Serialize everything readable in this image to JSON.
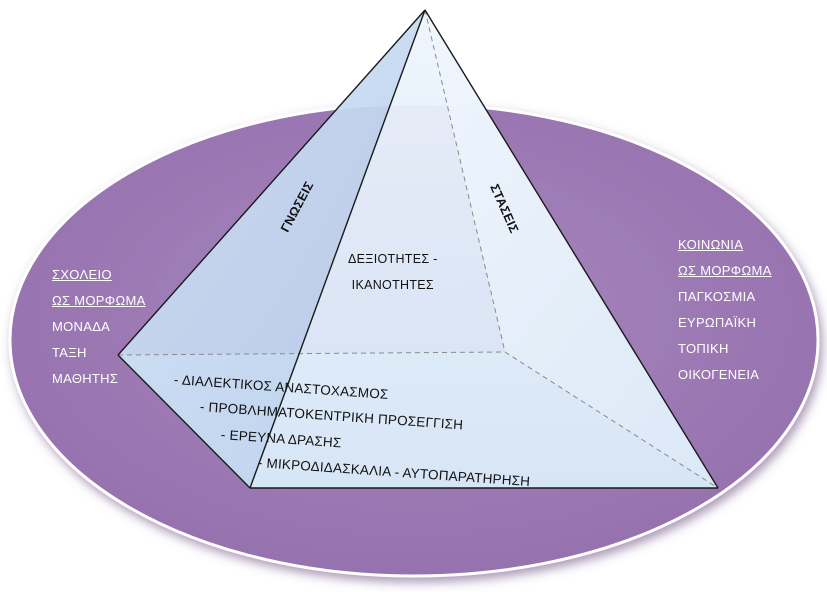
{
  "colors": {
    "ellipse": "#9f7ab7",
    "ellipse_edge": "#ffffff",
    "pyramid_face_left": "#c6d9f1",
    "pyramid_face_front": "#dbe8f7",
    "pyramid_face_right": "#e6f0fa",
    "pyramid_base": "#e4eef9",
    "edge": "#1a1a1a"
  },
  "left_list": {
    "items": [
      "ΣΧΟΛΕΙΟ",
      "ΩΣ ΜΟΡΦΩΜΑ",
      "ΜΟΝΑΔΑ",
      "ΤΑΞΗ",
      "ΜΑΘΗΤΗΣ"
    ]
  },
  "right_list": {
    "items": [
      "ΚΟΙΝΩΝΙΑ",
      "ΩΣ ΜΟΡΦΩΜΑ",
      "ΠΑΓΚΟΣΜΙΑ",
      "ΕΥΡΩΠΑΪΚΗ",
      "ΤΟΠΙΚΗ",
      "ΟΙΚΟΓΕΝΕΙΑ"
    ]
  },
  "pyramid": {
    "left_face_label": "ΓΝΩΣΕΙΣ",
    "right_face_label": "ΣΤΑΣΕΙΣ",
    "front_face_label_line1": "ΔΕΞΙΟΤΗΤΕΣ -",
    "front_face_label_line2": "ΙΚΑΝΟΤΗΤΕΣ"
  },
  "base": {
    "line1": "- ΔΙΑΛΕΚΤΙΚΟΣ ΑΝΑΣΤΟΧΑΣΜΟΣ",
    "line2": "- ΠΡΟΒΛΗΜΑΤΟΚΕΝΤΡΙΚΗ ΠΡΟΣΕΓΓΙΣΗ",
    "line3": "- ΕΡΕΥΝΑ ΔΡΑΣΗΣ",
    "line4": "- ΜΙΚΡΟΔΙΔΑΣΚΑΛΙΑ -   ΑΥΤΟΠΑΡΑΤΗΡΗΣΗ"
  }
}
